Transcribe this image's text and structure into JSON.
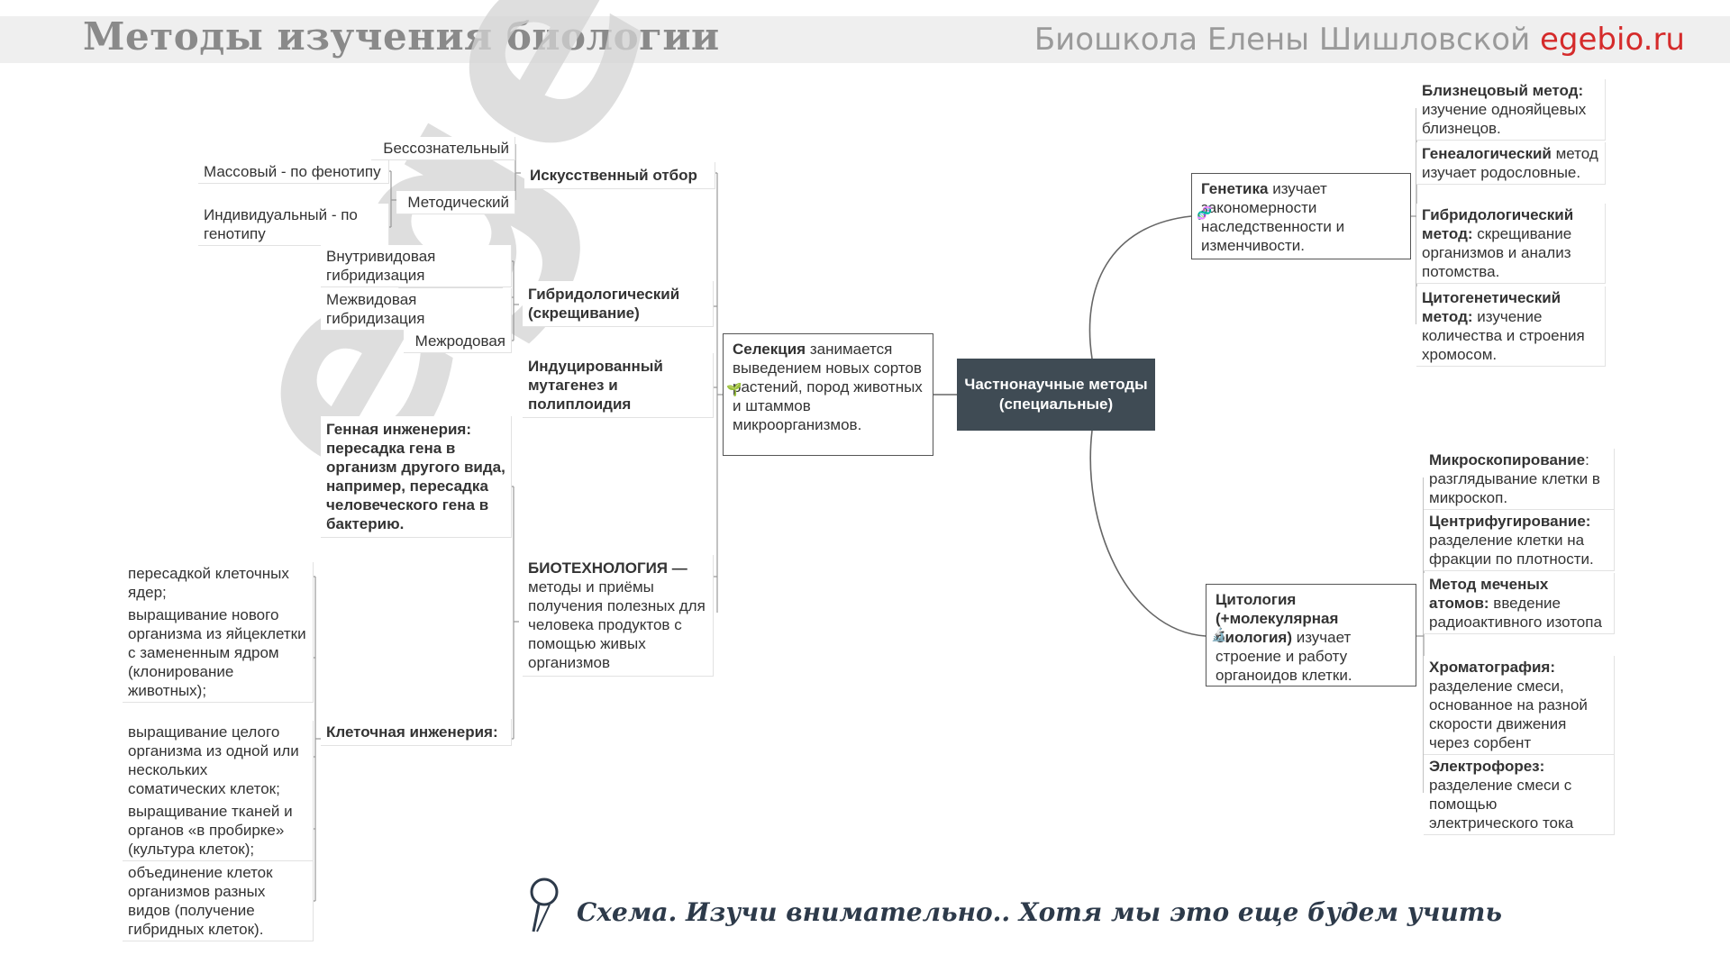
{
  "header": {
    "title": "Методы изучения биологии",
    "brand_text": "Биошкола Елены Шишловской ",
    "brand_site": "egebio.ru"
  },
  "watermark": "egebio.ru",
  "center": "Частнонаучные методы (специальные)",
  "selection": {
    "title": "Селекция",
    "text": " занимается выведением новых сортов растений, пород животных и штаммов микроорганизмов."
  },
  "selection_branches": {
    "artificial": "Искусственный отбор",
    "unconscious": "Бессознательный",
    "methodical": "Методический",
    "mass": "Массовый - по фенотипу",
    "individual": "Индивидуальный - по генотипу",
    "hybrid": "Гибридологический (скрещивание)",
    "intra": "Внутривидовая гибридизация",
    "inter": "Межвидовая гибридизация",
    "intergen": "Межродовая",
    "mutagenesis": "Индуцированный мутагенез и полиплоидия"
  },
  "biotech": {
    "title": "БИОТЕХНОЛОГИЯ —",
    "text": " методы и приёмы получения полезных для человека продуктов с помощью живых организмов",
    "genetic_eng": "Генная инженерия: пересадка гена в организм другого вида, например, пересадка человеческого гена в бактерию.",
    "cell_eng": "Клеточная инженерия:",
    "cell_items": [
      "пересадкой клеточных ядер;",
      "выращивание нового организма из яйцеклетки с замененным ядром (клонирование животных);",
      "выращивание целого организма из одной или нескольких соматических клеток;",
      "выращивание тканей и органов «в пробирке» (культура клеток);",
      "объединение клеток организмов разных видов (получение гибридных клеток)."
    ]
  },
  "genetics": {
    "title": "Генетика",
    "text": " изучает закономерности наследственности и изменчивости.",
    "methods": [
      {
        "name": "Близнецовый метод:",
        "desc": " изучение однояйцевых близнецов."
      },
      {
        "name": "Генеалогический",
        "desc": " метод изучает родословные."
      },
      {
        "name": "Гибридологический метод:",
        "desc": " скрещивание организмов и анализ потомства."
      },
      {
        "name": "Цитогенетический метод:",
        "desc": " изучение количества и строения хромосом."
      }
    ]
  },
  "cytology": {
    "title": "Цитология (+молекулярная биология)",
    "text": " изучает строение и работу органоидов клетки.",
    "methods": [
      {
        "name": "Микроскопирование",
        "desc": ": разглядывание клетки в микроскоп."
      },
      {
        "name": "Центрифугирование:",
        "desc": " разделение клетки на фракции по плотности."
      },
      {
        "name": "Метод меченых атомов:",
        "desc": " введение радиоактивного изотопа"
      },
      {
        "name": "Хроматография:",
        "desc": " разделение смеси, основанное на разной скорости движения через сорбент"
      },
      {
        "name": "Электрофорез:",
        "desc": " разделение смеси с помощью электрического тока"
      }
    ]
  },
  "footer": "Схема.  Изучи внимательно.. Хотя мы это еще будем учить",
  "colors": {
    "center_bg": "#3f4b54",
    "brand_site": "#d52b2b",
    "title": "#8a8a8a"
  }
}
